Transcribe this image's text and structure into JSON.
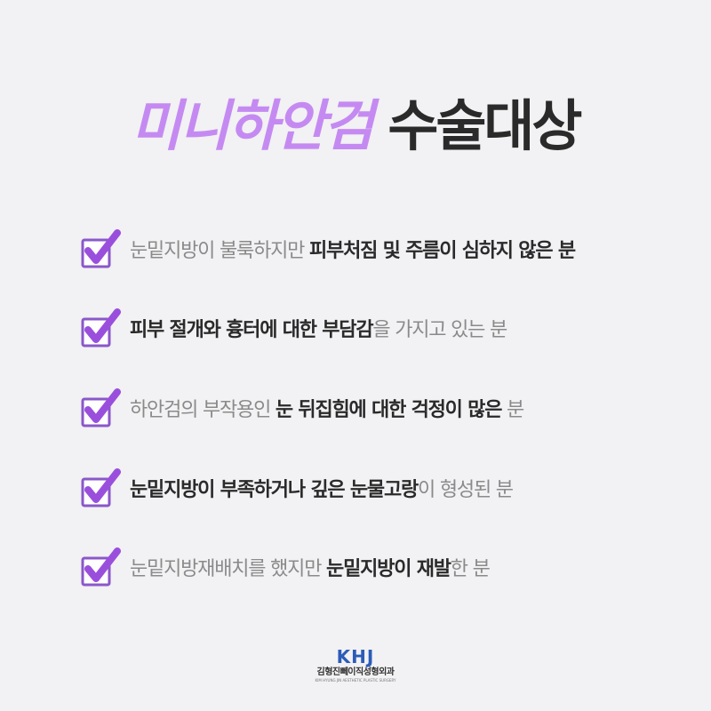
{
  "title": {
    "accent": "미니하안검",
    "rest": "수술대상"
  },
  "items": [
    {
      "pre": "눈밑지방이 불룩하지만 ",
      "bold": "피부처짐 및 주름이 심하지 않은 분",
      "post": ""
    },
    {
      "pre": "",
      "bold": "피부 절개와 흉터에 대한 부담감",
      "post": "을 가지고 있는 분"
    },
    {
      "pre": "하안검의 부작용인 ",
      "bold": "눈 뒤집힘에 대한 걱정이 많은",
      "post": " 분"
    },
    {
      "pre": "",
      "bold": "눈밑지방이 부족하거나 깊은 눈물고랑",
      "post": "이 형성된 분"
    },
    {
      "pre": "눈밑지방재배치를 했지만 ",
      "bold": "눈밑지방이 재발",
      "post": "한 분"
    }
  ],
  "logo": {
    "mark": "KHJ",
    "name": "김형진뻬이직성형외과",
    "sub": "KIM HYUNG JIN AESTHETIC PLASTIC SURGERY"
  },
  "colors": {
    "accent": "#c58af2",
    "check": "#9a4fdc",
    "text_dark": "#2a2a2a",
    "text_light": "#8a8a8a",
    "logo_blue": "#2b5cb8"
  },
  "icon": "checkbox-checked-icon"
}
